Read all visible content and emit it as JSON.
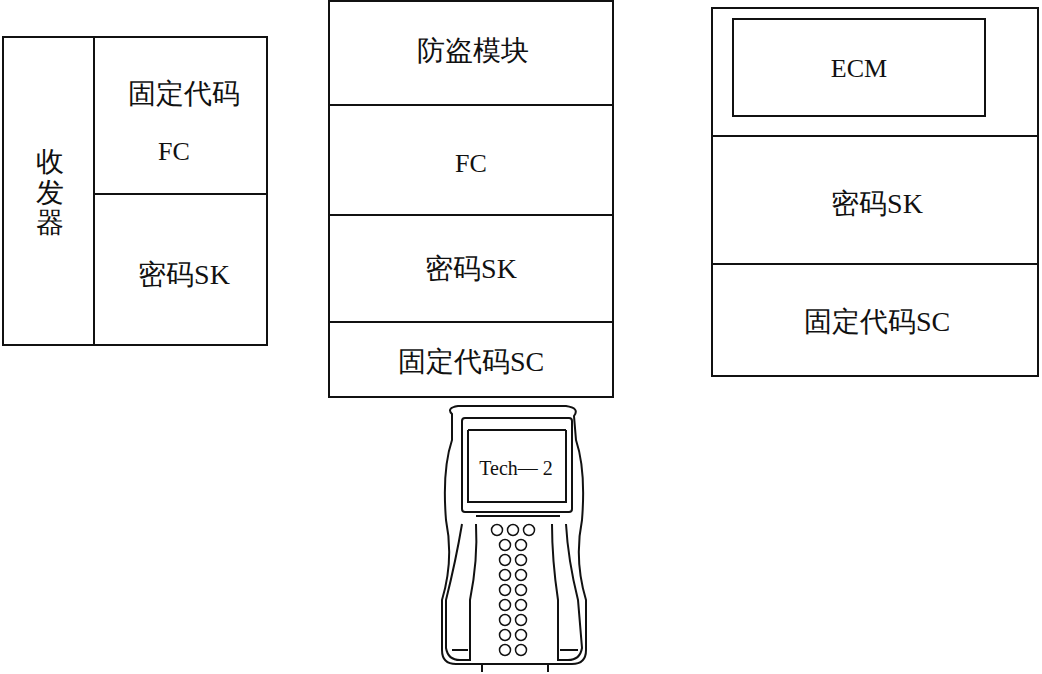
{
  "diagram": {
    "nodes": [
      {
        "text": [
          "收发器"
        ]
      },
      {
        "text": [
          "固定代码",
          "FC"
        ],
        "in": 0
      },
      {
        "text": [
          "密码SK"
        ],
        "in": 0
      },
      {
        "text": [
          "防盗模块"
        ]
      },
      {
        "text": [
          "FC"
        ],
        "in": 3
      },
      {
        "text": [
          "密码SK"
        ],
        "in": 3
      },
      {
        "text": [
          "固定代码SC"
        ],
        "in": 3
      },
      {
        "text": [
          "密码SK",
          "固定代码SC"
        ]
      },
      {
        "text": [
          "ECM"
        ],
        "in": 7
      }
    ],
    "edges": [],
    "labels": [
      "Tech— 2"
    ]
  }
}
